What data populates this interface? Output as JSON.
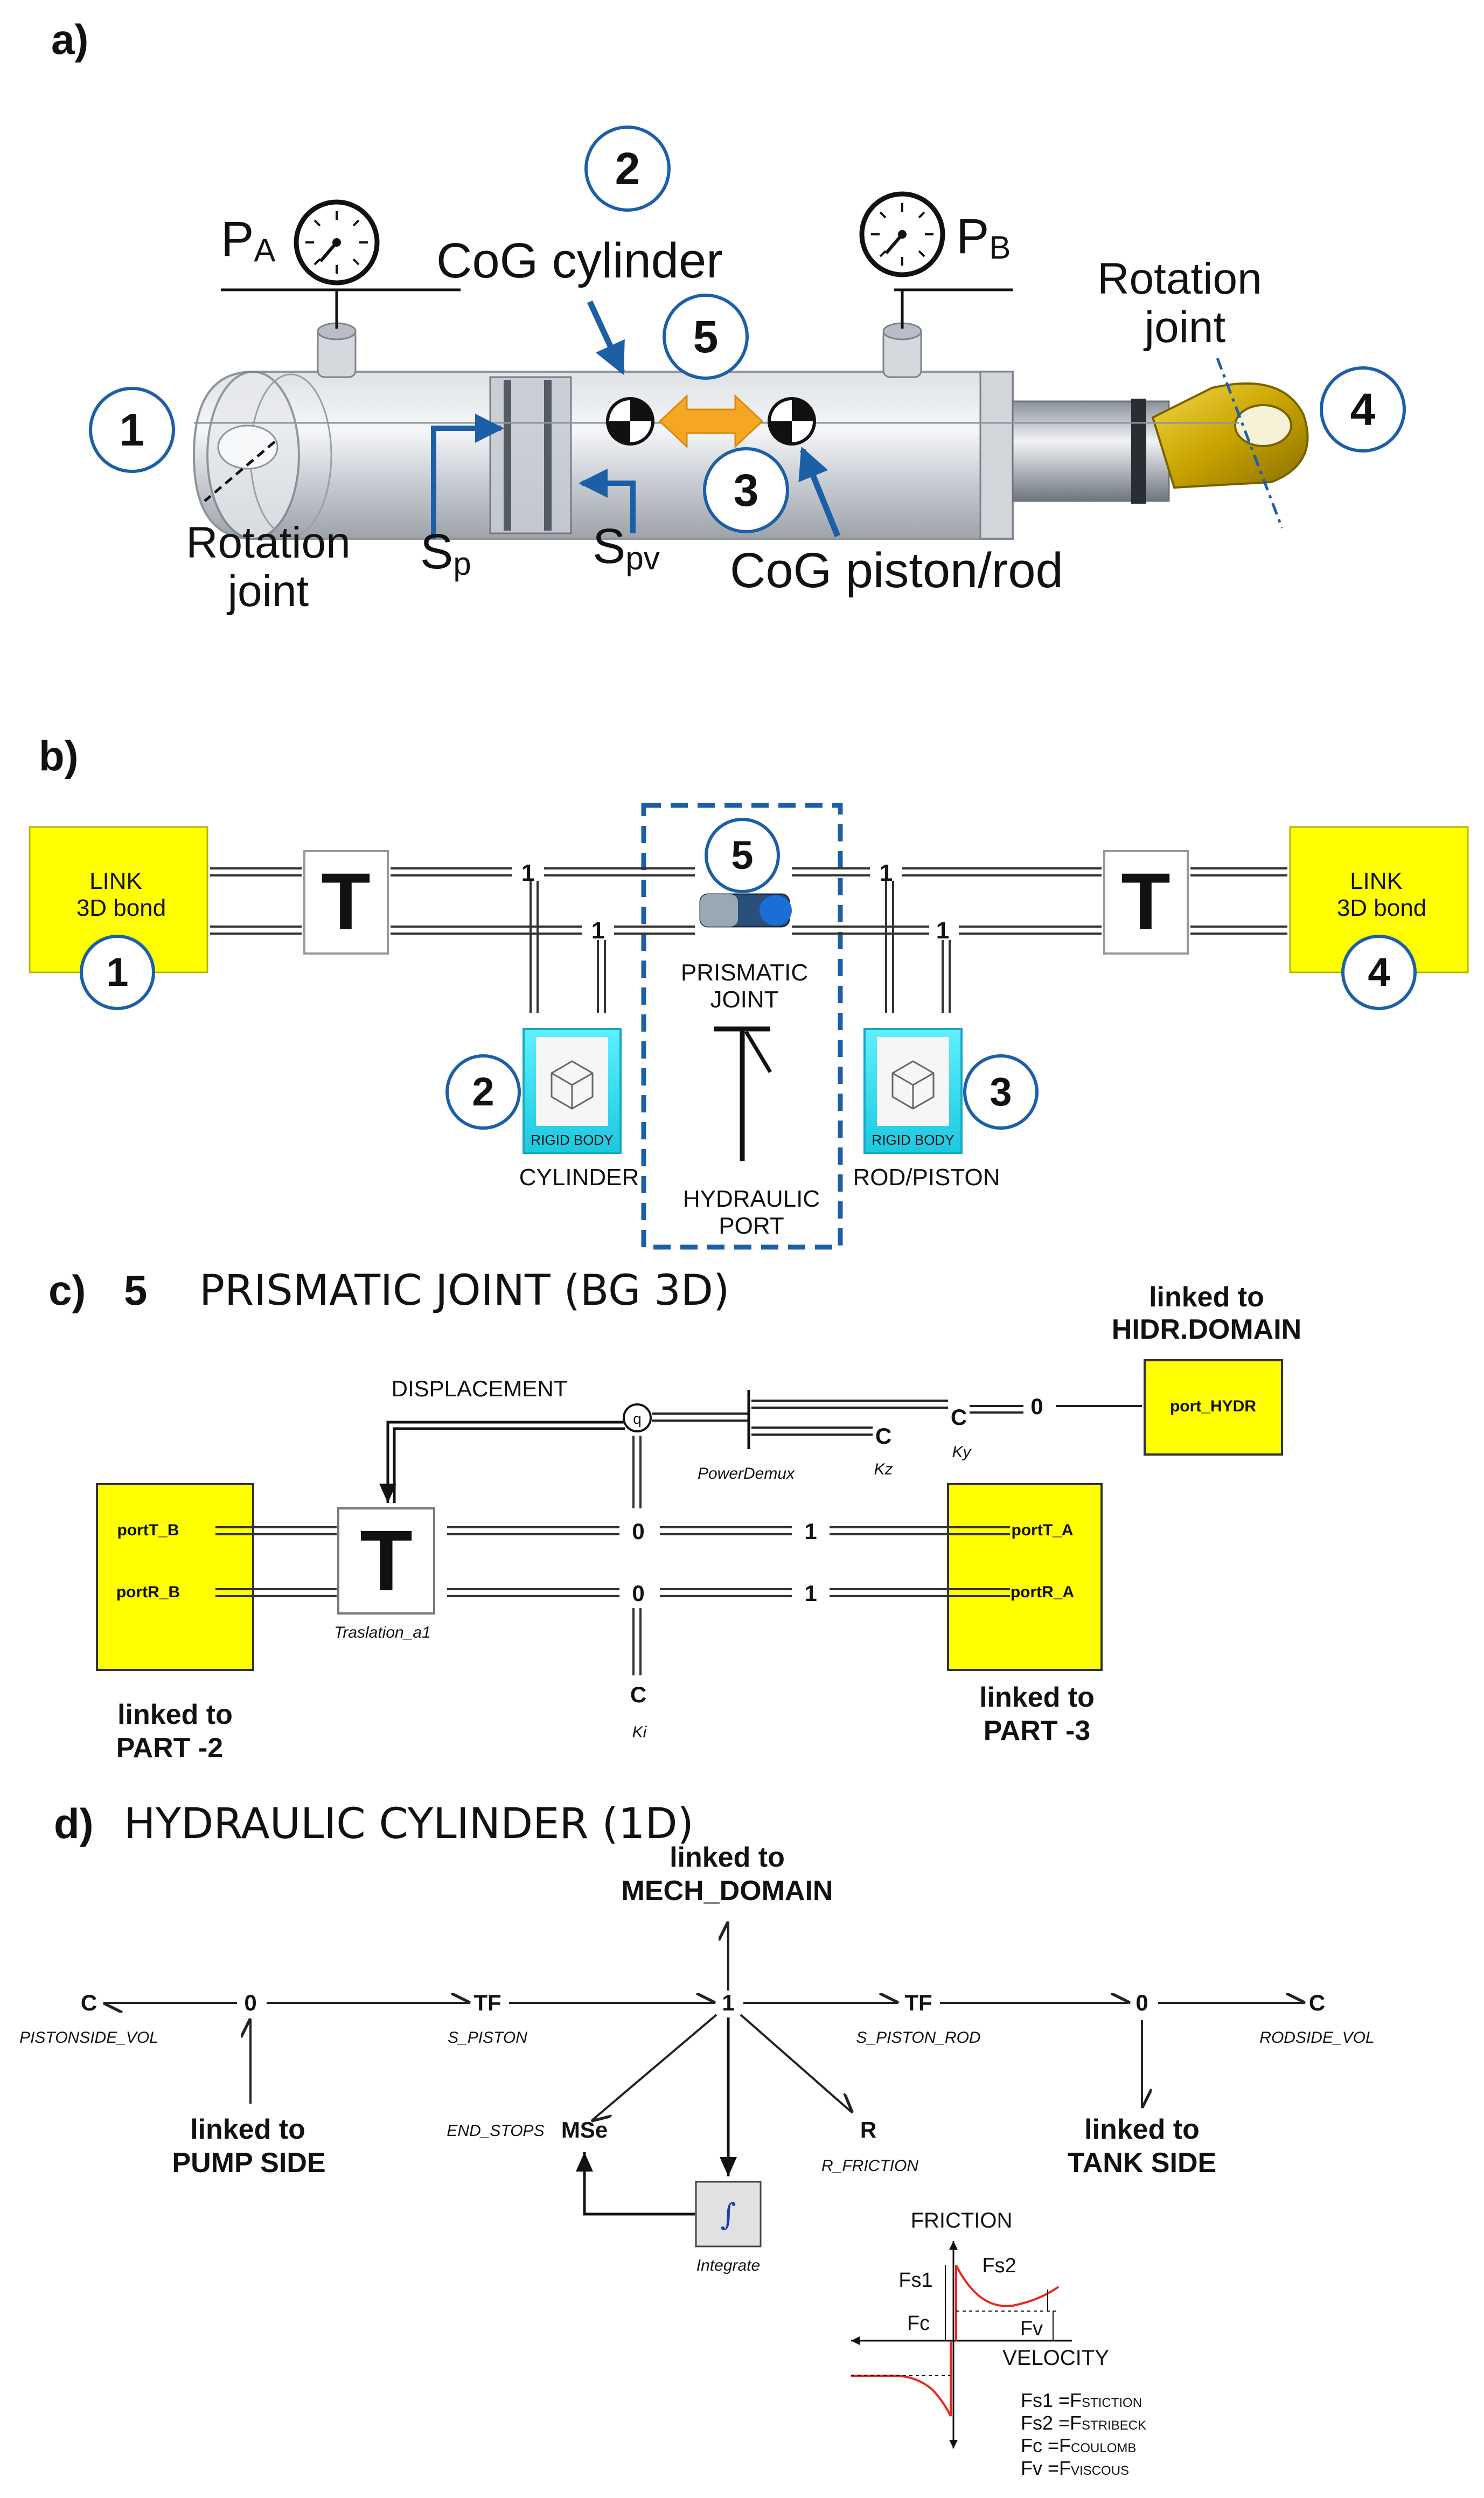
{
  "panel_a": {
    "label": "a)",
    "pa_main": "P",
    "pa_sub": "A",
    "pb_main": "P",
    "pb_sub": "B",
    "cog_cylinder": "CoG cylinder",
    "cog_piston": "CoG piston/rod",
    "rot_joint_left_1": "Rotation",
    "rot_joint_left_2": "joint",
    "rot_joint_right_1": "Rotation",
    "rot_joint_right_2": "joint",
    "sp_main": "S",
    "sp_sub": "p",
    "spv_main": "S",
    "spv_sub": "pv",
    "circles": [
      "1",
      "2",
      "3",
      "4",
      "5"
    ],
    "colors": {
      "circle_blue": "#1c5fa6",
      "arrow_orange": "#f5a623",
      "eye_gold": "#c9a400"
    }
  },
  "panel_b": {
    "label": "b)",
    "link_left_1": "LINK",
    "link_left_2": "3D bond",
    "link_right_1": "LINK",
    "link_right_2": "3D bond",
    "t_left": "T",
    "t_right": "T",
    "one_labels": [
      "1",
      "1",
      "1",
      "1"
    ],
    "prismatic_1": "PRISMATIC",
    "prismatic_2": "JOINT",
    "hydraulic_1": "HYDRAULIC",
    "hydraulic_2": "PORT",
    "rigid_body": "RIGID BODY",
    "cylinder": "CYLINDER",
    "rod_piston": "ROD/PISTON",
    "circles": [
      "1",
      "2",
      "3",
      "4",
      "5"
    ],
    "colors": {
      "link_yellow": "#ffff00",
      "rigid_cyan": "#33e0f0",
      "dashed_blue": "#1c5fa6"
    }
  },
  "panel_c": {
    "label": "c)",
    "number": "5",
    "title": "PRISMATIC JOINT (BG 3D)",
    "linked_hydr_1": "linked to",
    "linked_hydr_2": "HIDR.DOMAIN",
    "displacement": "DISPLACEMENT",
    "q": "q",
    "power_demux": "PowerDemux",
    "c_kz": "C",
    "kz": "Kz",
    "c_ky": "C",
    "ky": "Ky",
    "zero_top": "0",
    "port_hydr": "port_HYDR",
    "portT_B": "portT_B",
    "portR_B": "portR_B",
    "portT_A": "portT_A",
    "portR_A": "portR_A",
    "t_block": "T",
    "translation": "Traslation_a1",
    "zero_1": "0",
    "zero_2": "0",
    "one_1": "1",
    "one_2": "1",
    "c_ki": "C",
    "ki": "Ki",
    "linked_part2_1": "linked to",
    "linked_part2_2": "PART -2",
    "linked_part3_1": "linked to",
    "linked_part3_2": "PART -3"
  },
  "panel_d": {
    "label": "d)",
    "title": "HYDRAULIC CYLINDER (1D)",
    "linked_mech_1": "linked to",
    "linked_mech_2": "MECH_DOMAIN",
    "c_left": "C",
    "pistonside_vol": "PISTONSIDE_VOL",
    "zero_left": "0",
    "tf_left": "TF",
    "s_piston": "S_PISTON",
    "one_center": "1",
    "tf_right": "TF",
    "s_piston_rod": "S_PISTON_ROD",
    "zero_right": "0",
    "c_right": "C",
    "rodside_vol": "RODSIDE_VOL",
    "linked_pump_1": "linked to",
    "linked_pump_2": "PUMP SIDE",
    "linked_tank_1": "linked to",
    "linked_tank_2": "TANK SIDE",
    "end_stops": "END_STOPS",
    "mse": "MSe",
    "r": "R",
    "r_friction": "R_FRICTION",
    "integrate_symbol": "∫",
    "integrate": "Integrate",
    "friction_axis": "FRICTION",
    "velocity_axis": "VELOCITY",
    "fs1": "Fs1",
    "fs2": "Fs2",
    "fc": "Fc",
    "fv": "Fv",
    "legend": [
      {
        "name": "Fs1",
        "sub": "STICTION"
      },
      {
        "name": "Fs2",
        "sub": "STRIBECK"
      },
      {
        "name": "Fc",
        "sub": "COULOMB"
      },
      {
        "name": "Fv",
        "sub": "VISCOUS"
      }
    ],
    "colors": {
      "friction_curve": "#e8281e"
    }
  }
}
